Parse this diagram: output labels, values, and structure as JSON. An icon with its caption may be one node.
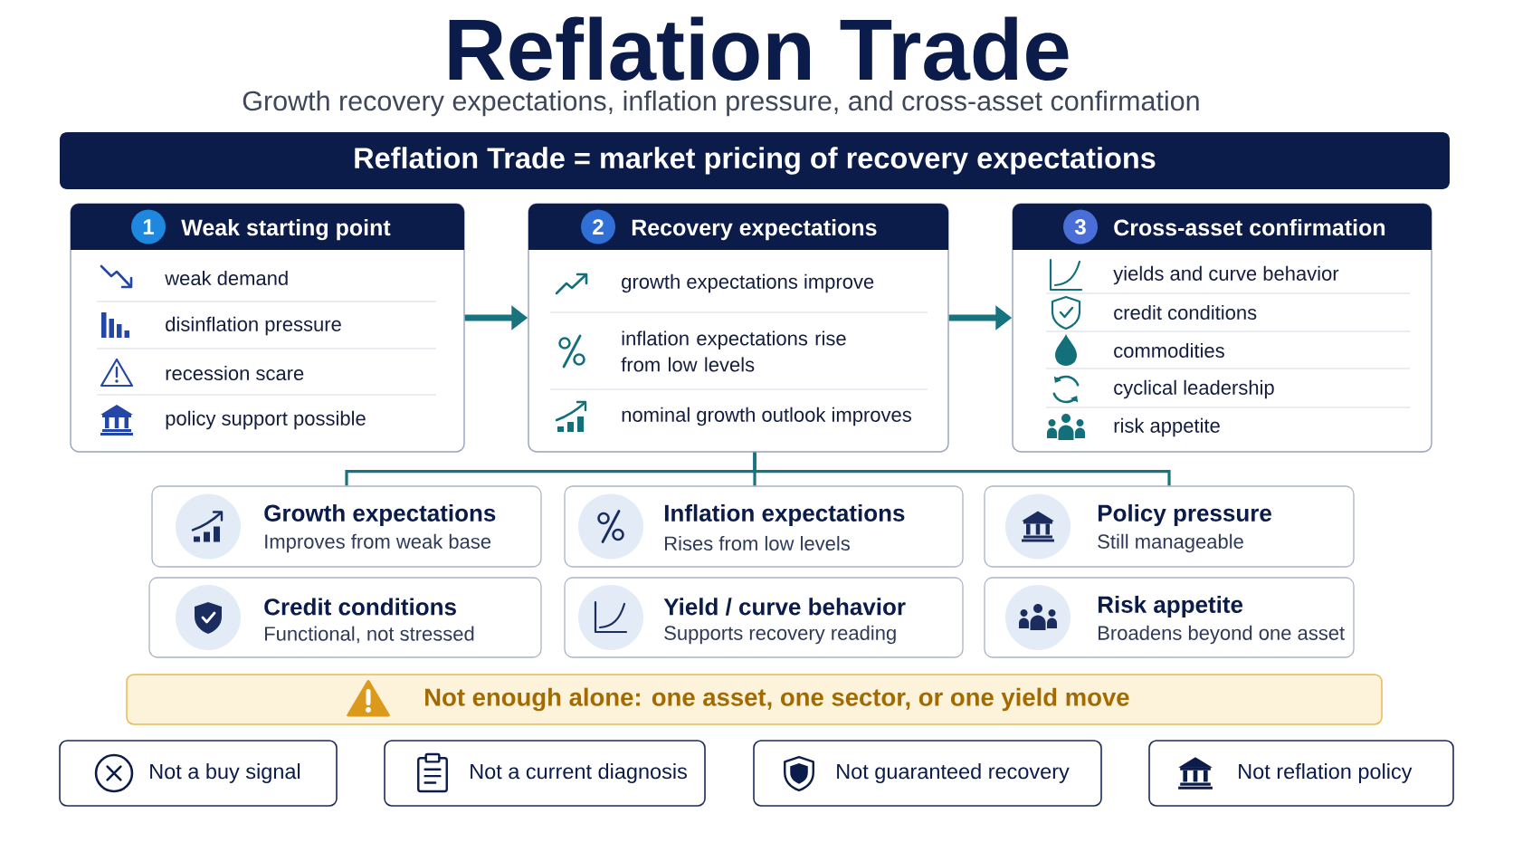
{
  "diagram": {
    "title": "Reflation Trade",
    "nodes": [
      {
        "text": [
          "Reflation Trade = market pricing of recovery expectations"
        ]
      },
      {
        "text": [
          "Weak starting point",
          "weak demand",
          "disinflation pressure",
          "recession scare",
          "policy support possible"
        ]
      },
      {
        "text": [
          "1"
        ],
        "in": 1
      },
      {
        "text": [
          "Recovery expectations",
          "growth expectations improve",
          "inflation expectations rise from low levels",
          "nominal growth outlook improves"
        ]
      },
      {
        "text": [
          "2"
        ],
        "in": 3
      },
      {
        "text": [
          "Cross-asset confirmation",
          "yields and curve behavior",
          "credit conditions",
          "commodities",
          "cyclical leadership",
          "risk appetite"
        ]
      },
      {
        "text": [
          "3"
        ],
        "in": 5
      },
      {
        "text": [
          "Growth expectations",
          "Improves from weak base"
        ]
      },
      {
        "text": [
          "Inflation expectations",
          "Rises from low levels"
        ]
      },
      {
        "text": [
          "Policy pressure",
          "Still manageable"
        ]
      },
      {
        "text": [
          "Credit conditions",
          "Functional, not stressed"
        ]
      },
      {
        "text": [
          "Yield / curve behavior",
          "Supports recovery reading"
        ]
      },
      {
        "text": [
          "Risk appetite",
          "Broadens beyond one asset"
        ]
      },
      {
        "text": [
          "Not enough alone: one asset, one sector, or one yield move"
        ]
      },
      {
        "text": [
          "Not a buy signal"
        ]
      },
      {
        "text": [
          "Not a current diagnosis"
        ]
      },
      {
        "text": [
          "Not guaranteed recovery"
        ]
      },
      {
        "text": [
          "Not reflation policy"
        ]
      }
    ],
    "edges": [
      {
        "from": 1,
        "to": 3,
        "arrow": "to",
        "style": "thick"
      },
      {
        "from": 3,
        "to": 5,
        "arrow": "to",
        "style": "thick"
      },
      {
        "from": 3,
        "to": 7,
        "arrow": "none"
      },
      {
        "from": 3,
        "to": 8,
        "arrow": "none"
      },
      {
        "from": 3,
        "to": 9,
        "arrow": "none"
      }
    ],
    "labels": [
      "Growth recovery expectations, inflation pressure, and cross-asset confirmation"
    ]
  }
}
